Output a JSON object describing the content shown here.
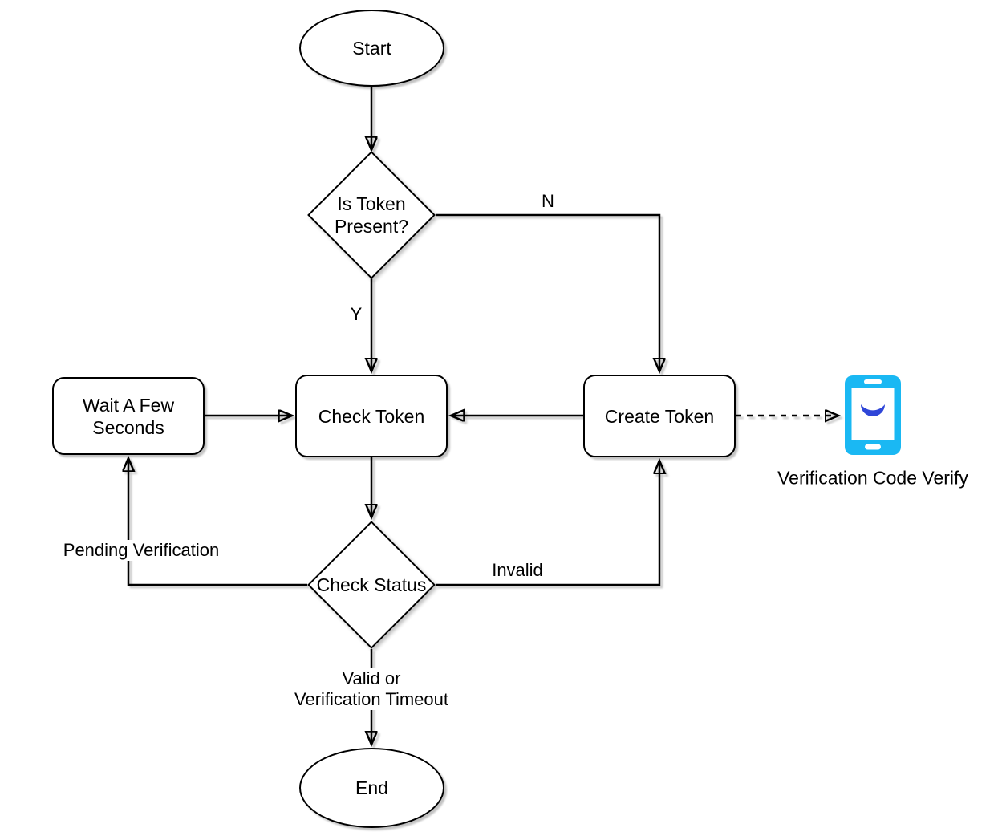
{
  "diagram": {
    "nodes": {
      "start": {
        "label": "Start"
      },
      "token_decision": {
        "label_lines": [
          "Is Token",
          "Present?"
        ]
      },
      "wait": {
        "label_lines": [
          "Wait A Few",
          "Seconds"
        ]
      },
      "check_token": {
        "label": "Check Token"
      },
      "create_token": {
        "label": "Create Token"
      },
      "status_decision": {
        "label": "Check Status"
      },
      "end": {
        "label": "End"
      }
    },
    "edge_labels": {
      "no": "N",
      "yes": "Y",
      "pending": "Pending Verification",
      "invalid": "Invalid",
      "valid_lines": [
        "Valid or",
        "Verification Timeout"
      ]
    },
    "annotations": {
      "phone_caption": "Verification Code Verify",
      "phone_icon": "smartphone-icon"
    },
    "colors": {
      "stroke": "#000000",
      "node_fill": "#ffffff",
      "background": "#ffffff",
      "phone_body": "#1ab8f3",
      "phone_glyph": "#2f46d8"
    }
  }
}
